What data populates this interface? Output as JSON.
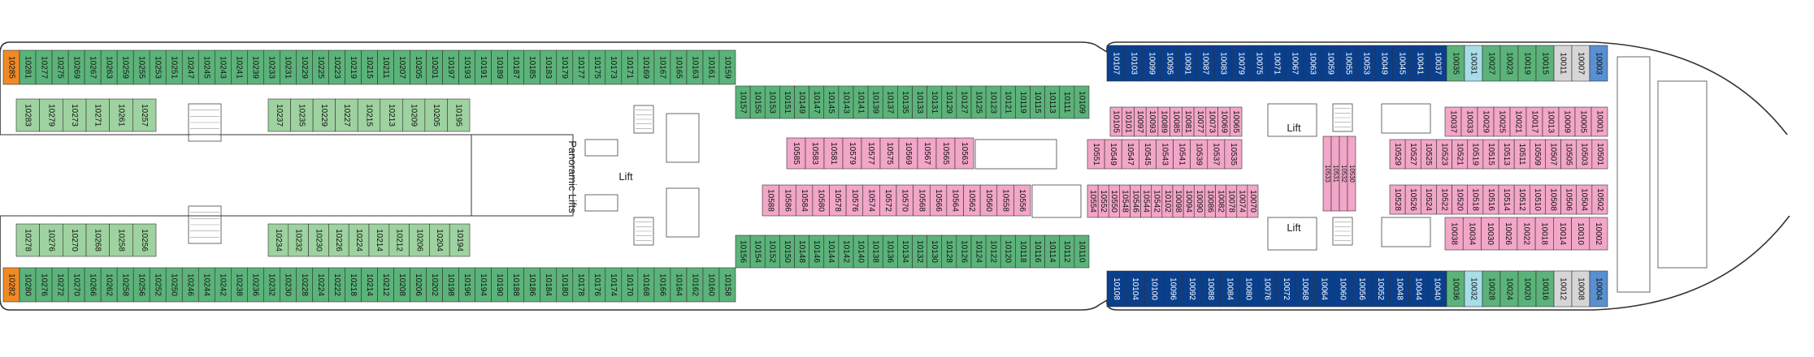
{
  "colors": {
    "green": "#5bb37a",
    "green_light": "#9ed2a0",
    "pink": "#f2a6c8",
    "navy": "#0a3f8c",
    "blue_light": "#5a8fd0",
    "orange": "#f08a26",
    "gray": "#d6d6d6",
    "cyan": "#a8dde8",
    "outline": "#333333"
  },
  "labels": {
    "panoramic_lifts": "Panoramic Lifts",
    "lift": "Lift"
  },
  "top_outer": [
    "10285",
    "10281",
    "10277",
    "10275",
    "10269",
    "10267",
    "10263",
    "10259",
    "10255",
    "10253",
    "10251",
    "10247",
    "10245",
    "10243",
    "10241",
    "10239",
    "10233",
    "10231",
    "10229",
    "10225",
    "10223",
    "10219",
    "10215",
    "10211",
    "10207",
    "10205",
    "10201",
    "10197",
    "10193",
    "10191",
    "10189",
    "10187",
    "10185",
    "10183",
    "10179",
    "10177",
    "10175",
    "10173",
    "10171",
    "10169",
    "10167",
    "10165",
    "10163",
    "10161",
    "10159"
  ],
  "top_inner_left": [
    "10283",
    "10279",
    "10273",
    "10271",
    "10261",
    "10257"
  ],
  "top_inner_right": [
    "10237",
    "10235",
    "10229",
    "10227",
    "10215",
    "10213",
    "10209",
    "10205",
    "10195"
  ],
  "top_mid_row": [
    "10157",
    "10155",
    "10153",
    "10151",
    "10149",
    "10147",
    "10145",
    "10143",
    "10141",
    "10139",
    "10137",
    "10135",
    "10133",
    "10131",
    "10129",
    "10127",
    "10125",
    "10123",
    "10121",
    "10119",
    "10115",
    "10113",
    "10111",
    "10109"
  ],
  "pink_top": [
    "10585",
    "10583",
    "10581",
    "10579",
    "10577",
    "10575",
    "10569",
    "10567",
    "10565",
    "10563"
  ],
  "pink_bottom": [
    "10588",
    "10586",
    "10584",
    "10580",
    "10578",
    "10576",
    "10574",
    "10572",
    "10570",
    "10568",
    "10566",
    "10564",
    "10562",
    "10560",
    "10558",
    "10556"
  ],
  "aft_top_navy": [
    "10107",
    "10103",
    "10099",
    "10095",
    "10091",
    "10087",
    "10083",
    "10079",
    "10075",
    "10071",
    "10067",
    "10063",
    "10059",
    "10055",
    "10053",
    "10049",
    "10045",
    "10041",
    "10037"
  ],
  "aft_bottom_navy": [
    "10108",
    "10104",
    "10100",
    "10096",
    "10092",
    "10088",
    "10084",
    "10080",
    "10076",
    "10072",
    "10068",
    "10064",
    "10060",
    "10056",
    "10052",
    "10048",
    "10044",
    "10040"
  ],
  "aft_pink_top": [
    "10105",
    "10101",
    "10097",
    "10093",
    "10089",
    "10085",
    "10081",
    "10077",
    "10073",
    "10069",
    "10065"
  ],
  "aft_pink_top2": [
    "10551",
    "10549",
    "10547",
    "10545",
    "10543",
    "10541",
    "10539",
    "10537",
    "10535"
  ],
  "aft_pink_bottom": [
    "10554",
    "10552",
    "10550",
    "10548",
    "10546",
    "10544",
    "10542",
    "10102",
    "10098",
    "10094",
    "10090",
    "10086",
    "10082",
    "10078",
    "10074",
    "10070"
  ],
  "aft_pink_mid": [
    "10533",
    "10531",
    "10532",
    "10530"
  ],
  "fwd_pink_top": [
    "10037",
    "10033",
    "10029",
    "10025",
    "10021",
    "10017",
    "10013",
    "10009",
    "10005",
    "10001"
  ],
  "fwd_pink_top2": [
    "10529",
    "10527",
    "10525",
    "10523",
    "10521",
    "10519",
    "10515",
    "10513",
    "10511",
    "10509",
    "10507",
    "10505",
    "10503",
    "10501"
  ],
  "fwd_pink_bottom": [
    "10528",
    "10526",
    "10524",
    "10522",
    "10520",
    "10518",
    "10516",
    "10514",
    "10512",
    "10510",
    "10508",
    "10506",
    "10504",
    "10502"
  ],
  "fwd_pink_bottom2": [
    "10038",
    "10034",
    "10030",
    "10026",
    "10022",
    "10018",
    "10014",
    "10010",
    "10002"
  ],
  "fwd_top_green": [
    "10035",
    "10031",
    "10027",
    "10023",
    "10019",
    "10015",
    "10011",
    "10007",
    "10003"
  ],
  "fwd_bottom_green": [
    "10036",
    "10032",
    "10028",
    "10024",
    "10020",
    "10016",
    "10012",
    "10008",
    "10004"
  ],
  "bottom_outer": [
    "10282",
    "10280",
    "10276",
    "10272",
    "10270",
    "10266",
    "10262",
    "10258",
    "10256",
    "10252",
    "10250",
    "10246",
    "10244",
    "10242",
    "10238",
    "10236",
    "10232",
    "10230",
    "10228",
    "10224",
    "10222",
    "10218",
    "10214",
    "10212",
    "10208",
    "10206",
    "10202",
    "10198",
    "10196",
    "10194",
    "10190",
    "10188",
    "10186",
    "10184",
    "10180",
    "10178",
    "10176",
    "10174",
    "10170",
    "10168",
    "10166",
    "10164",
    "10162",
    "10160",
    "10158"
  ],
  "bottom_inner_left": [
    "10278",
    "10276",
    "10270",
    "10268",
    "10258",
    "10256"
  ],
  "bottom_inner_right": [
    "10234",
    "10232",
    "10230",
    "10226",
    "10224",
    "10214",
    "10212",
    "10206",
    "10204",
    "10194"
  ],
  "bottom_mid_row": [
    "10156",
    "10154",
    "10152",
    "10150",
    "10148",
    "10146",
    "10144",
    "10142",
    "10140",
    "10138",
    "10136",
    "10134",
    "10132",
    "10130",
    "10128",
    "10126",
    "10124",
    "10122",
    "10120",
    "10118",
    "10116",
    "10114",
    "10112",
    "10110"
  ]
}
